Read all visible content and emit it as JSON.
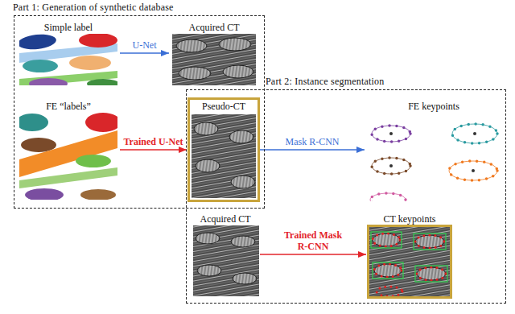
{
  "diagram": {
    "nodes": [
      {
        "text": [
          "Part 1: Generation of synthetic database"
        ]
      },
      {
        "text": [
          "Simple label"
        ],
        "in": 0
      },
      {
        "text": [
          "Acquired CT"
        ],
        "in": 0
      },
      {
        "text": [
          "FE “labels”"
        ],
        "in": 0
      },
      {
        "text": [
          "Pseudo-CT"
        ],
        "in": 0
      },
      {
        "text": [
          "Part 2: Instance segmentation"
        ]
      },
      {
        "text": [
          "FE keypoints"
        ],
        "in": 5
      },
      {
        "text": [
          "Acquired CT"
        ],
        "in": 5
      },
      {
        "text": [
          "CT keypoints"
        ],
        "in": 5
      }
    ],
    "edges": [
      {
        "from": 1,
        "to": 2,
        "label": "U-Net",
        "arrow": "to"
      },
      {
        "from": 3,
        "to": 4,
        "label": "Trained U-Net",
        "arrow": "to"
      },
      {
        "from": 4,
        "to": 6,
        "label": "Mask R-CNN",
        "arrow": "to"
      },
      {
        "from": 7,
        "to": 8,
        "label": "Trained Mask R-CNN",
        "arrow": "to"
      }
    ]
  }
}
